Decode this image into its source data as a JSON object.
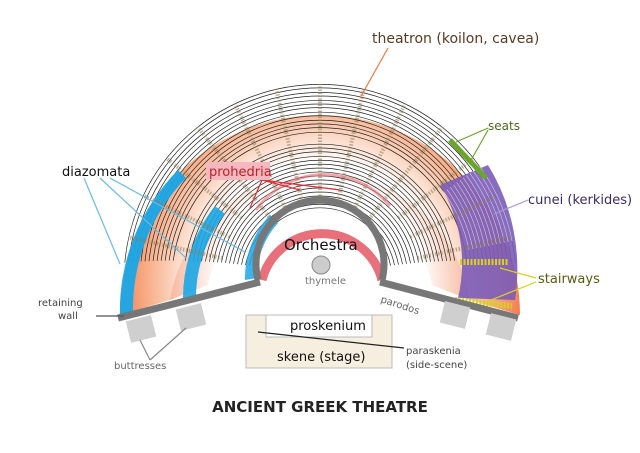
{
  "title": "ANCIENT GREEK THEATRE",
  "labels": {
    "theatron": "theatron (koilon, cavea)",
    "seats": "seats",
    "cunei": "cunei (kerkides)",
    "stairways": "stairways",
    "diazomata": "diazomata",
    "prohedria": "prohedria",
    "orchestra": "Orchestra",
    "thymele": "thymele",
    "retaining_wall": [
      "retaining",
      "wall"
    ],
    "buttresses": "buttresses",
    "parodos": "parodos",
    "proskenium": "proskenium",
    "skene": "skene (stage)",
    "paraskenia": [
      "paraskenia",
      "(side-scene)"
    ]
  },
  "colors": {
    "theatron_band": "#f07a4a",
    "diazomata_band": "#1aa6e6",
    "cunei_band": "#7b5cb8",
    "seats_green": "#6aa62c",
    "stairways_yellow": "#d8d020",
    "prohedria_red": "#e0303a",
    "outline_gray": "#777777",
    "buttress_gray": "#cccccc",
    "stage_fill": "#f6efe0"
  }
}
